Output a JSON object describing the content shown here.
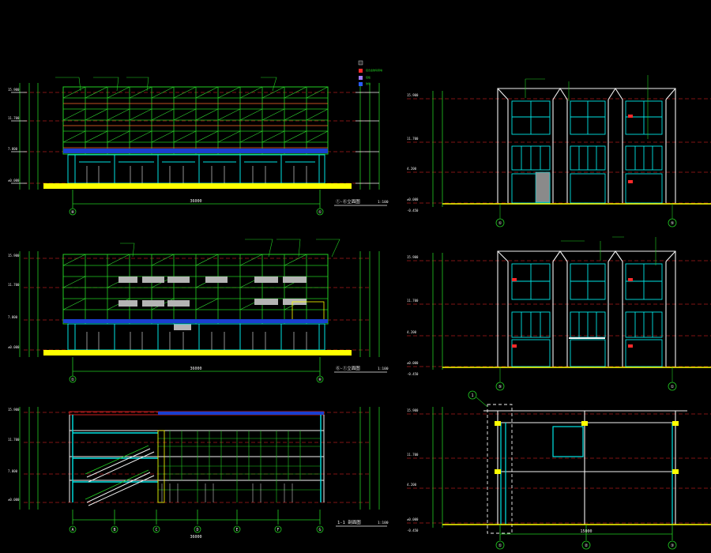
{
  "drawing": {
    "views": {
      "elev_a": {
        "title": "①-⑥立面图",
        "scale": "1:100",
        "axes": [
          "⑥",
          "①"
        ],
        "total_dim": "36000"
      },
      "elev_b": {
        "title": "⑥-①立面图",
        "scale": "1:100",
        "axes": [
          "①",
          "⑥"
        ],
        "total_dim": "36000"
      },
      "section": {
        "title": "1-1 剖面图",
        "scale": "1:100",
        "axes": [
          "A",
          "B",
          "C",
          "D",
          "E",
          "F",
          "G"
        ],
        "total_dim": "36000"
      },
      "side_a": {
        "axes": [
          "①",
          "⑤"
        ]
      },
      "side_b": {
        "axes": [
          "⑤",
          "①"
        ]
      },
      "side_section": {
        "axes": [
          "①",
          "②",
          "③"
        ],
        "total_dim": "15000",
        "detail_ref": "1"
      }
    },
    "levels": {
      "roof": "15.900",
      "third": "11.700",
      "second": "7.800",
      "first": "4.200",
      "ground": "±0.000",
      "base": "-0.450"
    },
    "legend": {
      "items": [
        "铝合金玻璃幕墙",
        "铝板",
        "玻璃"
      ]
    },
    "colors": {
      "line_green": "#22cc22",
      "line_cyan": "#00e5e5",
      "line_white": "#f2f2f2",
      "line_yellow": "#ffff00",
      "line_red": "#ff2a2a",
      "line_blue": "#2a5cff",
      "grey_panel": "#b4b4b4"
    }
  }
}
